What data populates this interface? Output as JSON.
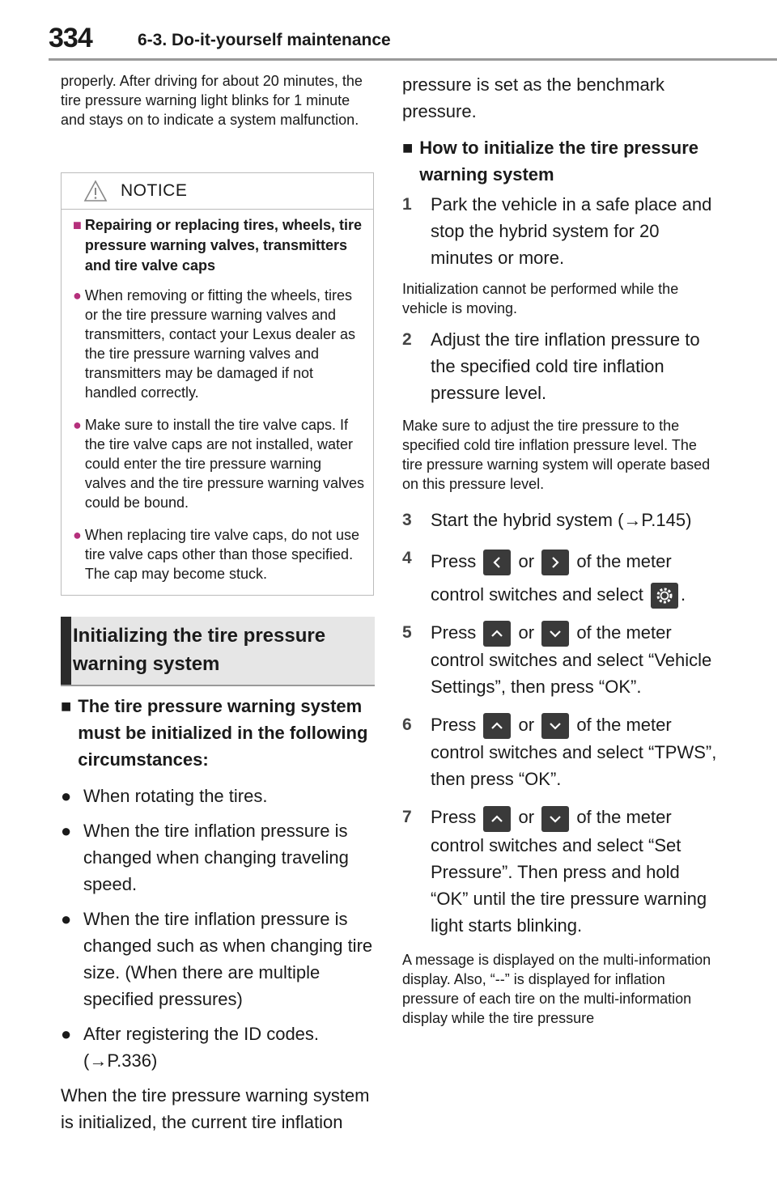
{
  "header": {
    "page_number": "334",
    "section": "6-3. Do-it-yourself maintenance"
  },
  "left": {
    "intro": "properly. After driving for about 20 minutes, the tire pressure warning light blinks for 1 minute and stays on to indicate a system malfunction.",
    "notice": {
      "title": "NOTICE",
      "heading": "Repairing or replacing tires, wheels, tire pressure warning valves, transmitters and tire valve caps",
      "items": [
        "When removing or fitting the wheels, tires or the tire pressure warning valves and transmitters, contact your Lexus dealer as the tire pressure warning valves and transmitters may be damaged if not handled correctly.",
        "Make sure to install the tire valve caps. If the tire valve caps are not installed, water could enter the tire pressure warning valves and the tire pressure warning valves could be bound.",
        "When replacing tire valve caps, do not use tire valve caps other than those specified. The cap may become stuck."
      ]
    },
    "section_title": "Initializing the tire pressure warning system",
    "must_heading": "The tire pressure warning system must be initialized in the following circumstances:",
    "bullets": [
      "When rotating the tires.",
      "When the tire inflation pressure is changed when changing traveling speed.",
      "When the tire inflation pressure is changed such as when changing tire size. (When there are multiple specified pressures)",
      "After registering the ID codes. (→P.336)"
    ],
    "closing": "When the tire pressure warning system is initialized, the current tire inflation"
  },
  "right": {
    "continued": "pressure is set as the benchmark pressure.",
    "how_heading": "How to initialize the tire pressure warning system",
    "steps": {
      "s1": {
        "num": "1",
        "text": "Park the vehicle in a safe place and stop the hybrid system for 20 minutes or more.",
        "note": "Initialization cannot be performed while the vehicle is moving."
      },
      "s2": {
        "num": "2",
        "text": "Adjust the tire inflation pressure to the specified cold tire inflation pressure level.",
        "note": "Make sure to adjust the tire pressure to the specified cold tire inflation pressure level. The tire pressure warning system will operate based on this pressure level."
      },
      "s3": {
        "num": "3",
        "text": "Start the hybrid system (→P.145)"
      },
      "s4": {
        "num": "4",
        "press": "Press",
        "or": "or",
        "after": "of the meter control switches and select",
        "end": "."
      },
      "s5": {
        "num": "5",
        "press": "Press",
        "or": "or",
        "after": "of the meter control switches and select “Vehicle Settings”, then press “OK”."
      },
      "s6": {
        "num": "6",
        "press": "Press",
        "or": "or",
        "after": "of the meter control switches and select “TPWS”, then press “OK”."
      },
      "s7": {
        "num": "7",
        "press": "Press",
        "or": "or",
        "after": "of the meter control switches and select “Set Pressure”. Then press and hold “OK” until the tire pressure warning light starts blinking."
      }
    },
    "final_note": "A message is displayed on the multi-information display. Also, “--” is displayed for inflation pressure of each tire on the multi-information display while the tire pressure"
  },
  "icons": {
    "warning": "warning-triangle-icon",
    "left": "chevron-left-icon",
    "right": "chevron-right-icon",
    "up": "chevron-up-icon",
    "down": "chevron-down-icon",
    "settings": "gear-icon"
  },
  "colors": {
    "accent": "#b5307c",
    "title_bar": "#2b2b2b",
    "title_bg": "#e6e6e6"
  }
}
